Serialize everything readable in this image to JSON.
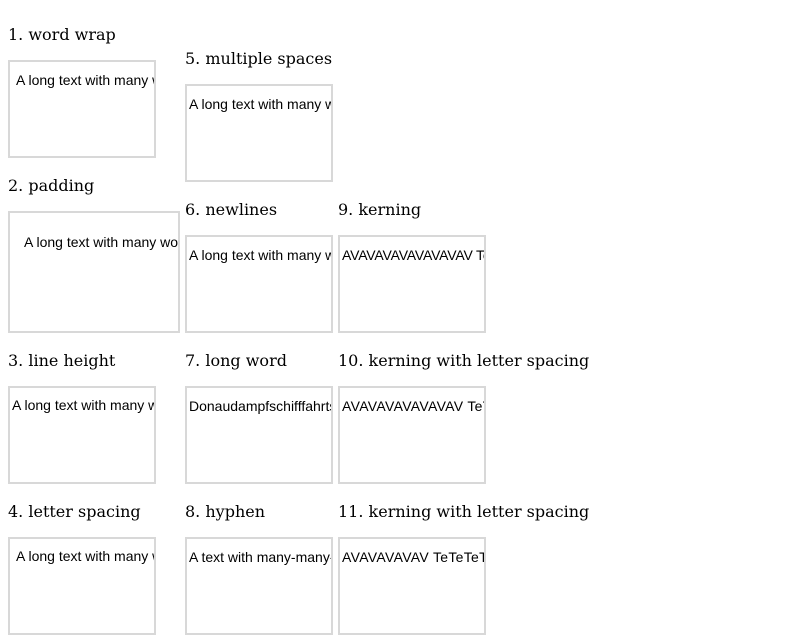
{
  "tests": [
    {
      "heading": "1. word wrap",
      "text": "A long text with many words that wraps"
    },
    {
      "heading": "2. padding",
      "text": "A long text with many words"
    },
    {
      "heading": "3. line height",
      "text": "A long text with many words"
    },
    {
      "heading": "4. letter spacing",
      "text": "A long text with many words"
    },
    {
      "heading": "5. multiple spaces",
      "text": "A long text with many words"
    },
    {
      "heading": "6. newlines",
      "text": "A long text with many words"
    },
    {
      "heading": "7. long word",
      "text": "Donaudampfschifffahrtsgesellschaft"
    },
    {
      "heading": "8. hyphen",
      "text": "A text with many-many-words"
    },
    {
      "heading": "9. kerning",
      "text": "AVAVAVAVAVAVAVAV TeTeTe"
    },
    {
      "heading": "10. kerning with letter spacing",
      "text": "AVAVAVAVAVAVAV TeTeTe"
    },
    {
      "heading": "11. kerning with letter spacing",
      "text": "AVAVAVAVAV TeTeTeTe"
    }
  ]
}
